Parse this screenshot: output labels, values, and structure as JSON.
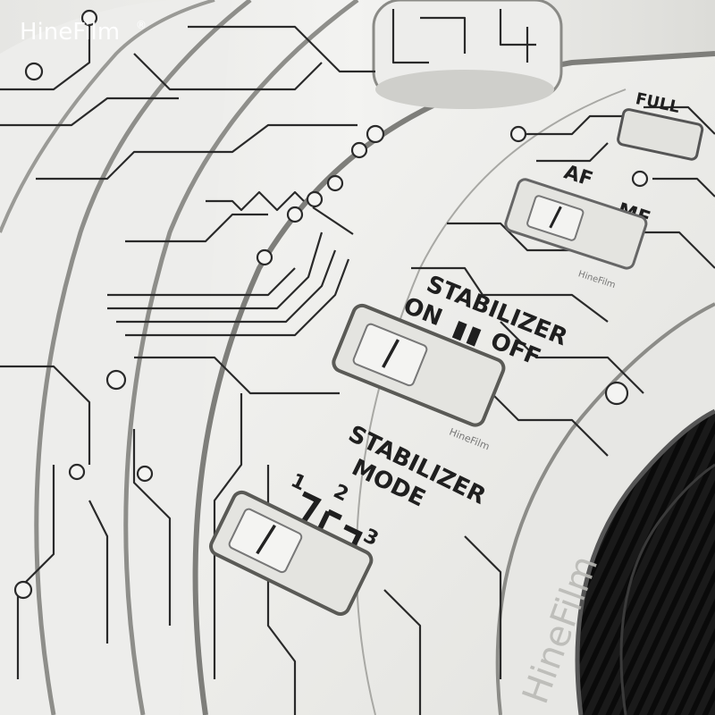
{
  "watermark": {
    "brand": "HineFilm",
    "registered": "®",
    "side_text": "HineFilm",
    "tab_text": "HineFilm"
  },
  "switches": {
    "focus": {
      "full": "FULL",
      "af": "AF",
      "mf": "MF"
    },
    "stabilizer": {
      "title": "STABILIZER",
      "on": "ON",
      "off": "OFF"
    },
    "stabilizer_mode": {
      "title_1": "STABILIZER",
      "title_2": "MODE",
      "pos_1": "1",
      "pos_2": "2",
      "pos_3": "3"
    }
  },
  "colors": {
    "skin": "#f1f1ef",
    "trace": "#2a2a2a",
    "rubber": "#151515",
    "shadow": "#b8b8b4"
  }
}
